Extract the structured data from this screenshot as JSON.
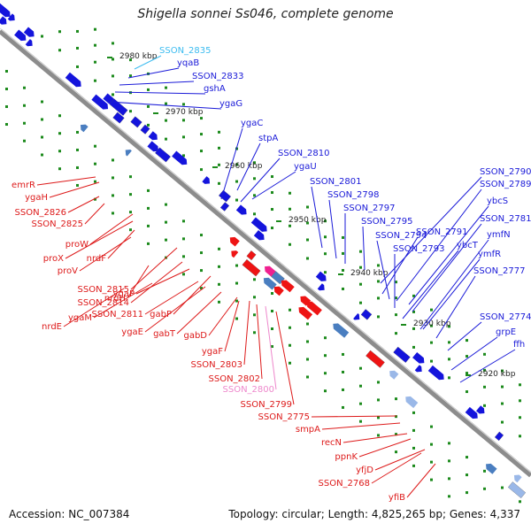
{
  "title": "Shigella sonnei Ss046, complete genome",
  "footer": {
    "accession": "Accession: NC_007384",
    "summary": "Topology: circular; Length: 4,825,265 bp; Genes: 4,337"
  },
  "colors": {
    "forward_label": "#1a1ad8",
    "reverse_label": "#dd1a1a",
    "highlight_forward": "#3cbcf0",
    "highlight_reverse": "#ee88cc",
    "backbone": "#8c8c8c",
    "tick": "#1c8a1c"
  },
  "ticks": [
    "2980 kbp",
    "2970 kbp",
    "2960 kbp",
    "2950 kbp",
    "2940 kbp",
    "2930 kbp",
    "2920 kbp"
  ],
  "forward_labels": [
    {
      "text": "SSON_2835",
      "highlight": true
    },
    {
      "text": "yqaB"
    },
    {
      "text": "SSON_2833"
    },
    {
      "text": "gshA"
    },
    {
      "text": "ygaG"
    },
    {
      "text": "ygaC"
    },
    {
      "text": "stpA"
    },
    {
      "text": "SSON_2810"
    },
    {
      "text": "ygaU"
    },
    {
      "text": "SSON_2801"
    },
    {
      "text": "SSON_2798"
    },
    {
      "text": "SSON_2797"
    },
    {
      "text": "SSON_2795"
    },
    {
      "text": "SSON_2794"
    },
    {
      "text": "SSON_2793"
    },
    {
      "text": "SSON_2791"
    },
    {
      "text": "ybcT"
    },
    {
      "text": "ybcS"
    },
    {
      "text": "ymfN"
    },
    {
      "text": "ymfR"
    },
    {
      "text": "SSON_2790"
    },
    {
      "text": "SSON_2789"
    },
    {
      "text": "SSON_2781"
    },
    {
      "text": "SSON_2777"
    },
    {
      "text": "SSON_2774"
    },
    {
      "text": "grpE"
    },
    {
      "text": "ffh"
    }
  ],
  "reverse_labels": [
    {
      "text": "emrR"
    },
    {
      "text": "ygaH"
    },
    {
      "text": "SSON_2826"
    },
    {
      "text": "SSON_2825"
    },
    {
      "text": "proW"
    },
    {
      "text": "proX"
    },
    {
      "text": "nrdF"
    },
    {
      "text": "proV"
    },
    {
      "text": "nrdH"
    },
    {
      "text": "SSON_2815"
    },
    {
      "text": "ygaP"
    },
    {
      "text": "SSON_2814"
    },
    {
      "text": "SSON_2811"
    },
    {
      "text": "nrdE"
    },
    {
      "text": "ygaM"
    },
    {
      "text": "gabP"
    },
    {
      "text": "ygaE"
    },
    {
      "text": "gabT"
    },
    {
      "text": "gabD"
    },
    {
      "text": "ygaF"
    },
    {
      "text": "SSON_2803"
    },
    {
      "text": "SSON_2802"
    },
    {
      "text": "SSON_2800",
      "highlight": true
    },
    {
      "text": "SSON_2799"
    },
    {
      "text": "SSON_2775"
    },
    {
      "text": "smpA"
    },
    {
      "text": "recN"
    },
    {
      "text": "ppnK"
    },
    {
      "text": "yfjD"
    },
    {
      "text": "SSON_2768"
    },
    {
      "text": "yfiB"
    }
  ]
}
